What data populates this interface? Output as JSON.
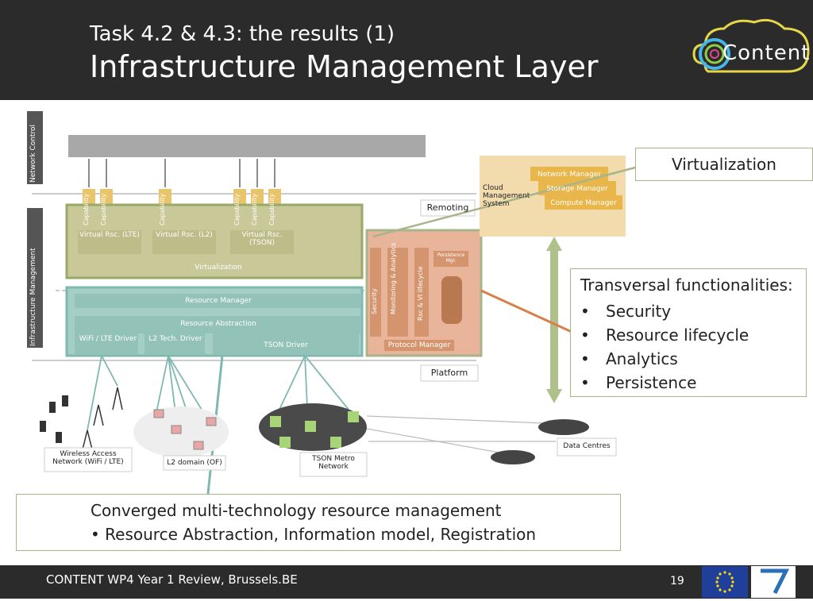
{
  "header": {
    "subtitle": "Task 4.2 & 4.3: the results (1)",
    "title": "Infrastructure Management Layer",
    "logo_text": "Content"
  },
  "diagram": {
    "side_labels": [
      "Network Control",
      "Infrastructure Management"
    ],
    "capability_label": "Capability",
    "virtual_rsc": [
      "Virtual Rsc. (LTE)",
      "Virtual Rsc. (L2)",
      "Virtual Rsc. (TSON)"
    ],
    "virtualization": "Virtualization",
    "resource_manager": "Resource Manager",
    "resource_abstraction": "Resource Abstraction",
    "drivers": [
      "WiFi / LTE Driver",
      "L2 Tech. Driver",
      "TSON Driver"
    ],
    "protocol_manager": "Protocol Manager",
    "vertical_modules": [
      "Security",
      "Monitoring & Analytics",
      "Rsc & VI lifecycle"
    ],
    "persistence": "Persistence Mgr.",
    "remoting": "Remoting",
    "platform": "Platform",
    "cloud_system": "Cloud Management System",
    "cloud_managers": [
      "Network Manager",
      "Storage Manager",
      "Compute Manager"
    ],
    "networks": [
      "Wireless Access Network (WiFi / LTE)",
      "L2 domain (OF)",
      "TSON Metro Network",
      "Data Centres"
    ]
  },
  "callouts": {
    "virtualization": "Virtualization",
    "transversal_title": "Transversal functionalities:",
    "transversal_items": [
      "Security",
      "Resource lifecycle",
      "Analytics",
      "Persistence"
    ],
    "converged_title": "Converged multi-technology resource management",
    "converged_item": "Resource Abstraction, Information model, Registration"
  },
  "footer": {
    "text": "CONTENT WP4 Year 1 Review, Brussels.BE",
    "page": "19"
  },
  "colors": {
    "header_bg": "#2b2b2b",
    "callout_border": "#a8b48a",
    "teal": "#7fb8b0",
    "orange": "#e8b49a",
    "capability": "#e8c46a",
    "olive": "#b0b07a"
  }
}
